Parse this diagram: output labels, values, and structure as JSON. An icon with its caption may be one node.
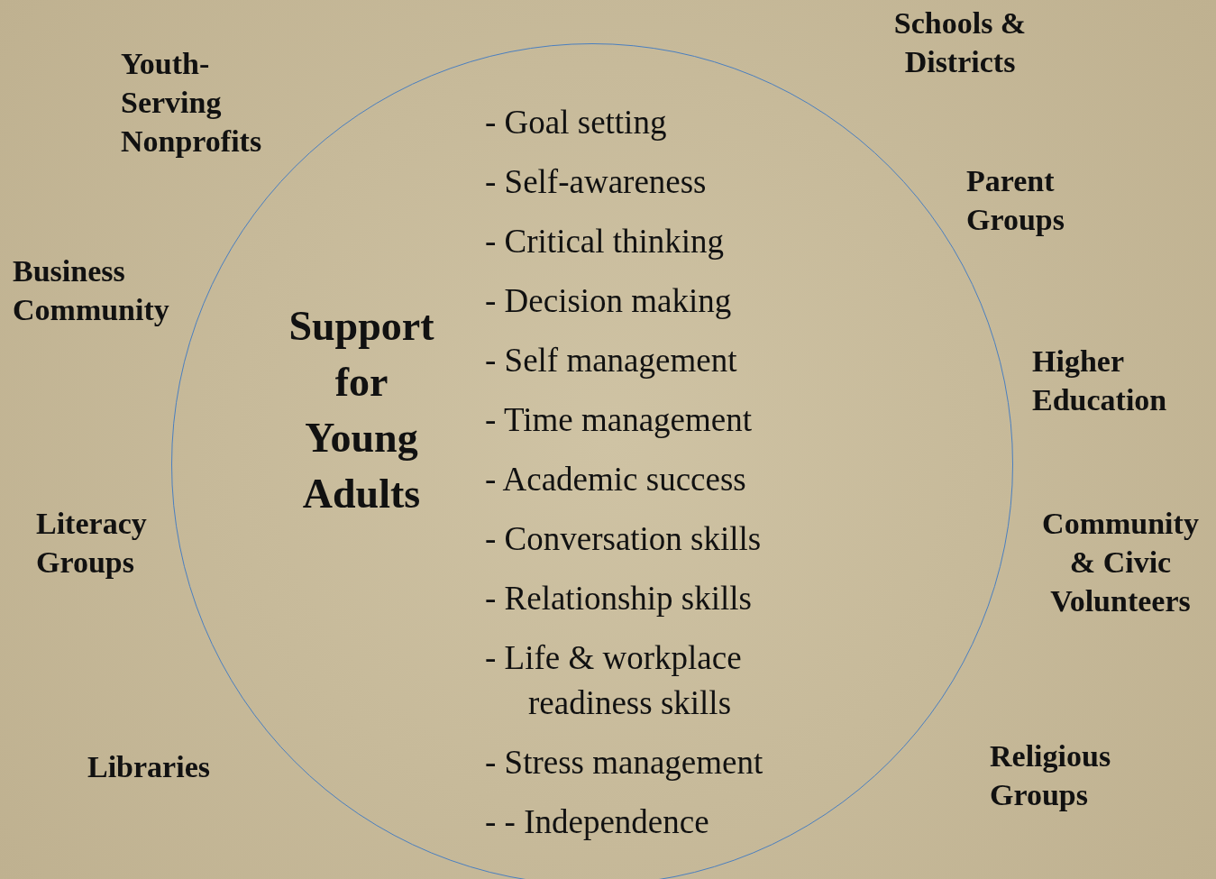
{
  "diagram": {
    "nodes": [
      {
        "text": [
          "Support for Young Adults",
          "- Goal setting",
          "- Self-awareness",
          "- Critical thinking",
          "- Decision making",
          "- Self management",
          "- Time management",
          "- Academic success",
          "- Conversation skills",
          "- Relationship skills",
          "- Life & workplace readiness skills",
          "- Stress management",
          "- - Independence"
        ]
      }
    ],
    "edges": [],
    "labels": [
      "Schools & Districts",
      "Youth-Serving Nonprofits",
      "Parent Groups",
      "Business Community",
      "Higher Education",
      "Literacy Groups",
      "Community & Civic Volunteers",
      "Religious Groups",
      "Libraries"
    ]
  }
}
